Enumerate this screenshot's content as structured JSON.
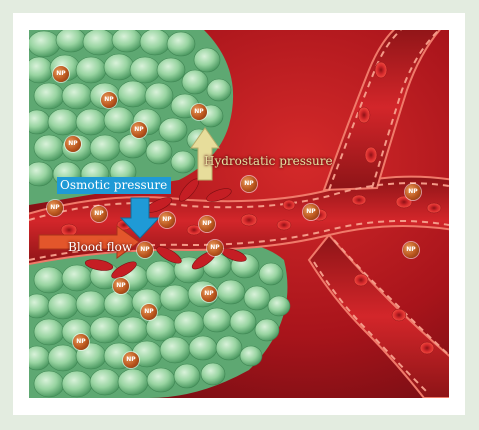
{
  "labels": {
    "hydrostatic": "Hydrostatic pressure",
    "osmotic": "Osmotic pressure",
    "blood_flow": "Blood flow"
  },
  "nanoparticle": {
    "label": "NP",
    "count": 20
  },
  "colors": {
    "page_background": "#e3ece0",
    "frame": "#ffffff",
    "tissue_background": "#b1161d",
    "vessel": "#cc1f23",
    "tumor_cells": "#8fcf9a",
    "osmotic_arrow": "#1f9ad6",
    "hydrostatic_arrow": "#e7dd9b",
    "blood_flow_arrow": "#e3562b",
    "nanoparticle": "#c4622a"
  }
}
